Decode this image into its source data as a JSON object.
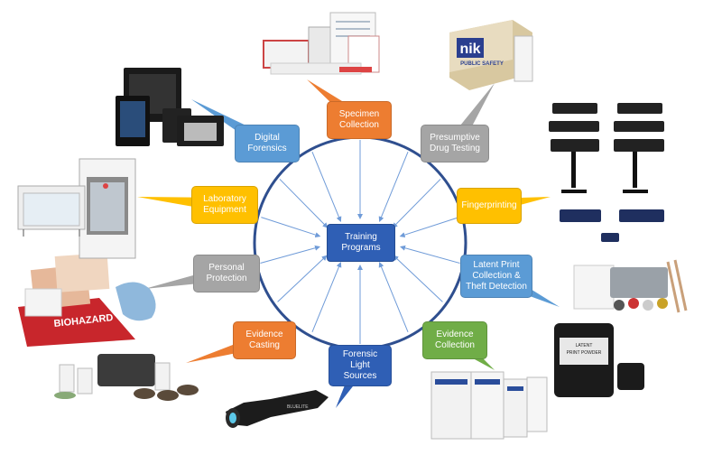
{
  "hub": {
    "label": "Training\nPrograms"
  },
  "topics": [
    {
      "id": "digital-forensics",
      "label": "Digital\nForensics",
      "color": "#5b9bd5"
    },
    {
      "id": "specimen-collection",
      "label": "Specimen\nCollection",
      "color": "#ed7d31"
    },
    {
      "id": "presumptive-drug-testing",
      "label": "Presumptive\nDrug Testing",
      "color": "#a5a5a5"
    },
    {
      "id": "fingerprinting",
      "label": "Fingerprinting",
      "color": "#ffc000"
    },
    {
      "id": "latent-print-collection",
      "label": "Latent Print\nCollection &\nTheft Detection",
      "color": "#5b9bd5"
    },
    {
      "id": "evidence-collection",
      "label": "Evidence\nCollection",
      "color": "#70ad47"
    },
    {
      "id": "forensic-light-sources",
      "label": "Forensic\nLight\nSources",
      "color": "#2f5fb5"
    },
    {
      "id": "evidence-casting",
      "label": "Evidence\nCasting",
      "color": "#ed7d31"
    },
    {
      "id": "personal-protection",
      "label": "Personal\nProtection",
      "color": "#a5a5a5"
    },
    {
      "id": "laboratory-equipment",
      "label": "Laboratory\nEquipment",
      "color": "#ffc000"
    }
  ],
  "product_labels": {
    "nik_brand": "nik",
    "nik_sub": "PUBLIC SAFETY",
    "biohazard": "BIOHAZARD",
    "flashlight": "BLUELITE",
    "powder_jar": "LATENT\nPRINT POWDER"
  },
  "colors": {
    "circle": "#2f4f8f",
    "arrow": "#6f9bd8"
  }
}
